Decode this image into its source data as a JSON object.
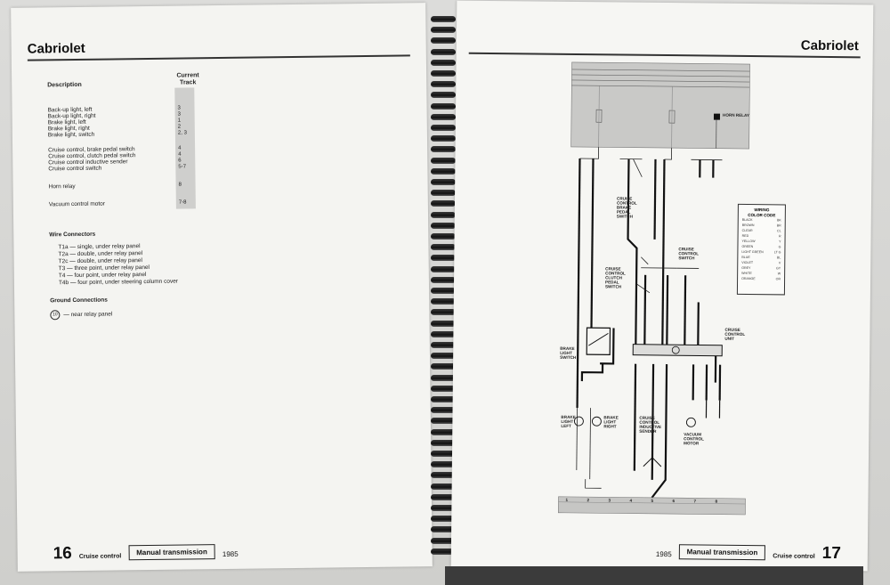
{
  "left_page": {
    "header": "Cabriolet",
    "description_heading": "Description",
    "track_heading": "Current Track",
    "components": [
      {
        "name": "Back-up light, left",
        "track": "3"
      },
      {
        "name": "Back-up light, right",
        "track": "3"
      },
      {
        "name": "Brake light, left",
        "track": "1"
      },
      {
        "name": "Brake light, right",
        "track": "2"
      },
      {
        "name": "Brake light, switch",
        "track": "2, 3"
      },
      {
        "name": "Cruise control, brake pedal switch",
        "track": "4"
      },
      {
        "name": "Cruise control, clutch pedal switch",
        "track": "4"
      },
      {
        "name": "Cruise control inductive sender",
        "track": "6"
      },
      {
        "name": "Cruise control switch",
        "track": "5-7"
      },
      {
        "name": "Horn relay",
        "track": "8"
      },
      {
        "name": "Vacuum control motor",
        "track": "7-8"
      }
    ],
    "wire_connectors_heading": "Wire Connectors",
    "wire_connectors": [
      "T1a — single, under relay panel",
      "T2a — double, under relay panel",
      "T2c — double, under relay panel",
      "T3 — three point, under relay panel",
      "T4 — four point, under relay panel",
      "T4b — four point, under steering column cover"
    ],
    "ground_heading": "Ground Connections",
    "ground_symbol": "10",
    "ground_connections": [
      "— near relay panel"
    ],
    "footer": {
      "page_number": "16",
      "section": "Cruise control",
      "transmission": "Manual transmission",
      "year": "1985"
    }
  },
  "right_page": {
    "header": "Cabriolet",
    "diagram_labels": {
      "horn_relay": "HORN RELAY",
      "brake_pedal_switch": [
        "CRUISE",
        "CONTROL",
        "BRAKE",
        "PEDAL",
        "SWITCH"
      ],
      "control_switch": [
        "CRUISE",
        "CONTROL",
        "SWITCH"
      ],
      "clutch_pedal_switch": [
        "CRUISE",
        "CONTROL",
        "CLUTCH",
        "PEDAL",
        "SWITCH"
      ],
      "control_unit": [
        "CRUISE",
        "CONTROL",
        "UNIT"
      ],
      "brake_light_switch": [
        "BRAKE",
        "LIGHT",
        "SWITCH"
      ],
      "brake_light_left": [
        "BRAKE",
        "LIGHT",
        "LEFT"
      ],
      "brake_light_right": [
        "BRAKE",
        "LIGHT",
        "RIGHT"
      ],
      "inductive_sender": [
        "CRUISE",
        "CONTROL",
        "INDUCTIVE",
        "SENDER"
      ],
      "vacuum_motor": [
        "VACUUM",
        "CONTROL",
        "MOTOR"
      ]
    },
    "track_numbers": [
      "1",
      "2",
      "3",
      "4",
      "5",
      "6",
      "7",
      "8"
    ],
    "legend": {
      "title": [
        "WIRING",
        "COLOR CODE"
      ],
      "rows": [
        {
          "color": "BLACK",
          "code": "BK"
        },
        {
          "color": "BROWN",
          "code": "BR"
        },
        {
          "color": "CLEAR",
          "code": "CL"
        },
        {
          "color": "RED",
          "code": "R"
        },
        {
          "color": "YELLOW",
          "code": "Y"
        },
        {
          "color": "GREEN",
          "code": "G"
        },
        {
          "color": "LIGHT GREEN",
          "code": "LT G"
        },
        {
          "color": "BLUE",
          "code": "BL"
        },
        {
          "color": "VIOLET",
          "code": "V"
        },
        {
          "color": "GREY",
          "code": "GY"
        },
        {
          "color": "WHITE",
          "code": "W"
        },
        {
          "color": "ORANGE",
          "code": "OR"
        }
      ]
    },
    "footer": {
      "page_number": "17",
      "section": "Cruise control",
      "transmission": "Manual transmission",
      "year": "1985"
    }
  }
}
